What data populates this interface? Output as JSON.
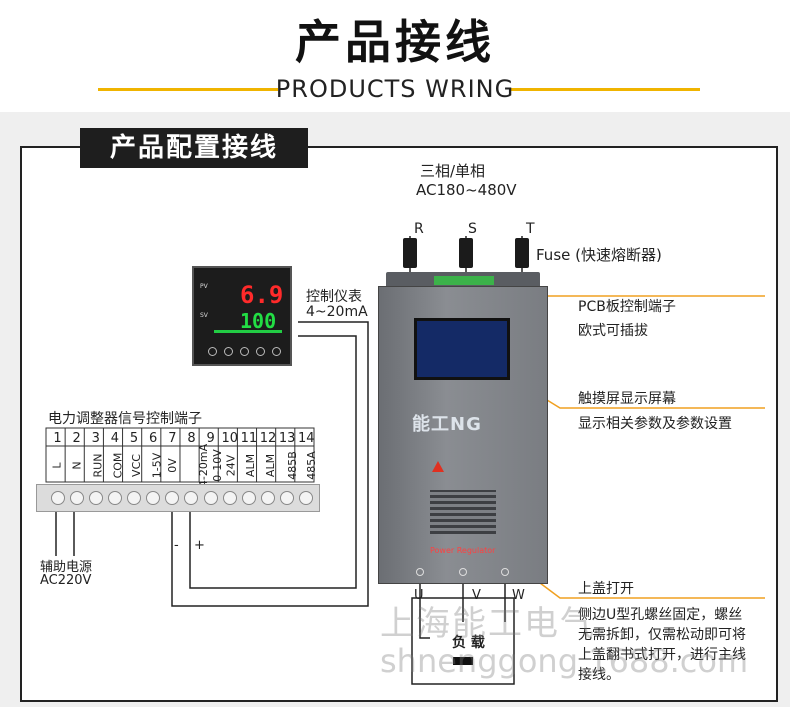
{
  "header": {
    "title": "产品接线",
    "subtitle": "PRODUCTS WRING",
    "accent_color": "#f0b400"
  },
  "section": {
    "label": "产品配置接线"
  },
  "power_input": {
    "line1": "三相/单相",
    "line2": "AC180~480V",
    "phases": [
      "R",
      "S",
      "T"
    ],
    "fuse_label": "Fuse (快速熔断器)"
  },
  "meter": {
    "label_line1": "控制仪表",
    "label_line2": "4~20mA",
    "pv_label": "PV",
    "sv_label": "SV",
    "pv_value": "6.9",
    "sv_value": "100"
  },
  "terminals": {
    "title": "电力调整器信号控制端子",
    "numbers": [
      "1",
      "2",
      "3",
      "4",
      "5",
      "6",
      "7",
      "8",
      "9",
      "10",
      "11",
      "12",
      "13",
      "14"
    ],
    "labels": [
      "L",
      "N",
      "RUN",
      "COM",
      "VCC",
      "1-5V",
      "0V",
      "4-20mA",
      "0-10V",
      "24V",
      "ALM",
      "ALM",
      "485B",
      "485A"
    ],
    "minus": "-",
    "plus": "+"
  },
  "aux_power": {
    "line1": "辅助电源",
    "line2": "AC220V"
  },
  "device": {
    "logo": "能工NG",
    "panel_text": "Power Regulator",
    "output_phases": [
      "U",
      "V",
      "W"
    ]
  },
  "load": {
    "label": "负 载"
  },
  "callouts": [
    {
      "line1": "PCB板控制端子",
      "line2": "欧式可插拔"
    },
    {
      "line1": "触摸屏显示屏幕",
      "line2": "显示相关参数及参数设置"
    },
    {
      "line1": "上盖打开",
      "line2": "侧边U型孔螺丝固定，螺丝",
      "line3": "无需拆卸，仅需松动即可将",
      "line4": "上盖翻书式打开，进行主线",
      "line5": "接线。"
    }
  ],
  "watermark": {
    "line1": "上海能工电气",
    "line2": "shnenggong.1688.com"
  },
  "colors": {
    "callout_line": "#f0a020",
    "frame": "#222222",
    "screen": "#142a66"
  }
}
